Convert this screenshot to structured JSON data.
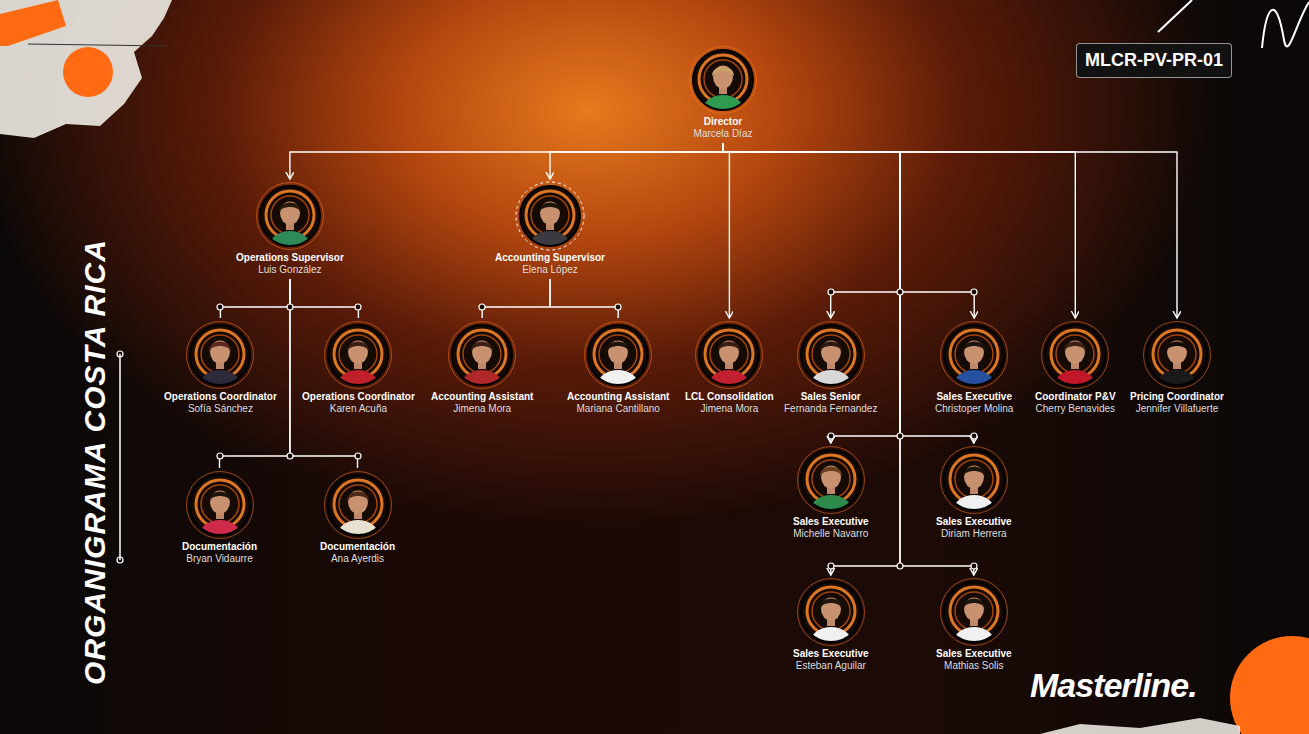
{
  "diagram": {
    "title": "ORGANIGRAMA COSTA RICA",
    "nodes": [
      {
        "text": [
          "Director",
          "Marcela Díaz"
        ]
      },
      {
        "text": [
          "Operations Supervisor",
          "Luis González"
        ]
      },
      {
        "text": [
          "Accounting Supervisor",
          "Elena López"
        ]
      },
      {
        "text": [
          "Operations Coordinator",
          "Sofía Sánchez"
        ]
      },
      {
        "text": [
          "Operations Coordinator",
          "Karen Acuña"
        ]
      },
      {
        "text": [
          "Accounting Assistant",
          "Jimena Mora"
        ]
      },
      {
        "text": [
          "Accounting Assistant",
          "Mariana Cantillano"
        ]
      },
      {
        "text": [
          "LCL Consolidation",
          "Jimena Mora"
        ]
      },
      {
        "text": [
          "Sales Senior",
          "Fernanda Fernandez"
        ]
      },
      {
        "text": [
          "Sales Executive",
          "Christoper Molina"
        ]
      },
      {
        "text": [
          "Coordinator P&V",
          "Cherry Benavides"
        ]
      },
      {
        "text": [
          "Pricing Coordinator",
          "Jennifer Villafuerte"
        ]
      },
      {
        "text": [
          "Documentación",
          "Bryan Vidaurre"
        ]
      },
      {
        "text": [
          "Documentación",
          "Ana Ayerdis"
        ]
      },
      {
        "text": [
          "Sales Executive",
          "Michelle Navarro"
        ]
      },
      {
        "text": [
          "Sales Executive",
          "Diriam Herrera"
        ]
      },
      {
        "text": [
          "Sales Executive",
          "Esteban Aguilar"
        ]
      },
      {
        "text": [
          "Sales Executive",
          "Mathias Solis"
        ]
      }
    ],
    "edges": [
      {
        "from": 0,
        "to": 1,
        "arrow": "to"
      },
      {
        "from": 0,
        "to": 2,
        "arrow": "to"
      },
      {
        "from": 0,
        "to": 7,
        "arrow": "to"
      },
      {
        "from": 0,
        "to": 8,
        "arrow": "to"
      },
      {
        "from": 0,
        "to": 9,
        "arrow": "to"
      },
      {
        "from": 0,
        "to": 14,
        "arrow": "to"
      },
      {
        "from": 0,
        "to": 15,
        "arrow": "to"
      },
      {
        "from": 0,
        "to": 16,
        "arrow": "to"
      },
      {
        "from": 0,
        "to": 17,
        "arrow": "to"
      },
      {
        "from": 0,
        "to": 10,
        "arrow": "to"
      },
      {
        "from": 0,
        "to": 11,
        "arrow": "to"
      },
      {
        "from": 1,
        "to": 3,
        "arrow": "none"
      },
      {
        "from": 1,
        "to": 4,
        "arrow": "none"
      },
      {
        "from": 1,
        "to": 12,
        "arrow": "none"
      },
      {
        "from": 1,
        "to": 13,
        "arrow": "none"
      },
      {
        "from": 2,
        "to": 5,
        "arrow": "none"
      },
      {
        "from": 2,
        "to": 6,
        "arrow": "none"
      }
    ],
    "labels": [
      "MLCR-PV-PR-01",
      "Masterline."
    ]
  }
}
